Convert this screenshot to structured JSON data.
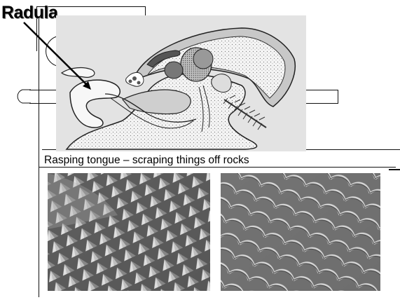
{
  "slide": {
    "title": "Radula",
    "caption": "Rasping tongue – scraping things off rocks"
  },
  "diagram": {
    "subject": "snail-anatomy-illustration"
  },
  "photos": [
    {
      "subject": "radula-teeth-sem-photo-left"
    },
    {
      "subject": "radula-teeth-sem-photo-right"
    }
  ]
}
